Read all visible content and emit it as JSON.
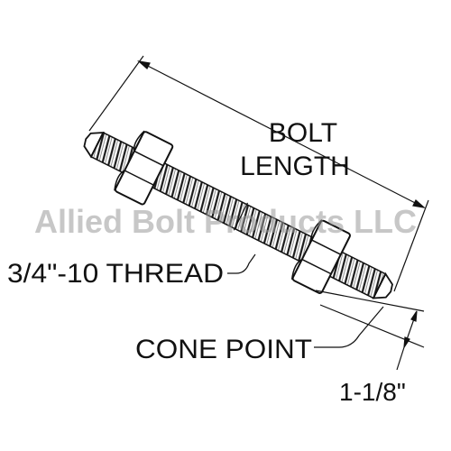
{
  "watermark": "Allied Bolt Products LLC",
  "labels": {
    "bolt_length_line1": "BOLT",
    "bolt_length_line2": "LENGTH",
    "thread": "3/4\"-10 THREAD",
    "cone_point": "CONE POINT",
    "point_dimension": "1-1/8\""
  },
  "colors": {
    "line": "#111111",
    "part_fill": "#ffffff",
    "watermark": "#9a9a9a"
  }
}
